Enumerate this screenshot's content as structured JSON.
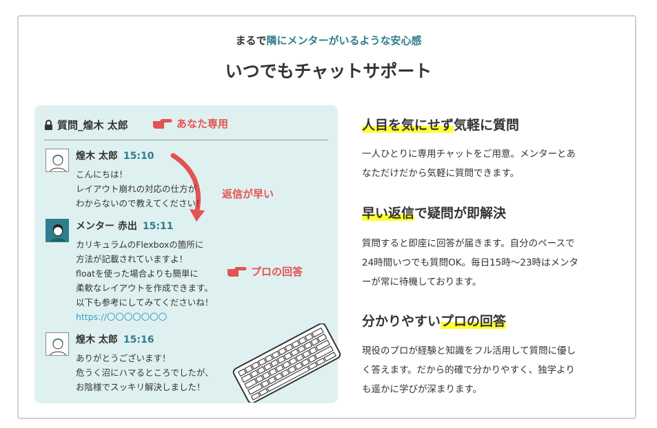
{
  "header": {
    "subtitle_prefix": "まるで",
    "subtitle_highlight": "隣にメンターがいるような安心感",
    "title": "いつでもチャットサポート"
  },
  "chat": {
    "room_title": "質問_煌木 太郎",
    "annotations": {
      "private": "あなた専用",
      "fast": "返信が早い",
      "pro": "プロの回答"
    },
    "messages": [
      {
        "name": "煌木 太郎",
        "time": "15:10",
        "lines": [
          "こんにちは！",
          "レイアウト崩れの対応の仕方が",
          "わからないので教えてください！"
        ]
      },
      {
        "name": "メンター 赤出",
        "time": "15:11",
        "lines": [
          "カリキュラムのFlexboxの箇所に",
          "方法が記載されていますよ！",
          "floatを使った場合よりも簡単に",
          "柔軟なレイアウトを作成できます。",
          "以下も参考にしてみてくださいね！"
        ],
        "link": "https://〇〇〇〇〇〇〇"
      },
      {
        "name": "煌木 太郎",
        "time": "15:16",
        "lines": [
          "ありがとうございます！",
          "危うく沼にハマるところでしたが、",
          "お陰様でスッキリ解決しました！"
        ]
      }
    ]
  },
  "features": [
    {
      "heading_mark": "人目を気にせず",
      "heading_rest": "気軽に質問",
      "lines": [
        "一人ひとりに専用チャットをご用意。メンターとあ",
        "なただけだから気軽に質問できます。"
      ]
    },
    {
      "heading_mark": "早い返信",
      "heading_rest": "で疑問が即解決",
      "lines": [
        "質問すると即座に回答が届きます。自分のペースで",
        "24時間いつでも質問OK。毎日15時〜23時はメンタ",
        "ーが常に待機しております。"
      ]
    },
    {
      "heading_mark_pre": "分かりやすい",
      "heading_mark": "プロの回答",
      "lines": [
        "現役のプロが経験と知識をフル活用して質問に優し",
        "く答えます。だから的確で分かりやすく、独学より",
        "も遥かに学びが深まります。"
      ]
    }
  ],
  "colors": {
    "accent": "#2e7d8c",
    "annotation": "#e25451",
    "highlight": "#ffff33",
    "chat_bg": "#dff0f0",
    "link": "#3b9ec6"
  }
}
